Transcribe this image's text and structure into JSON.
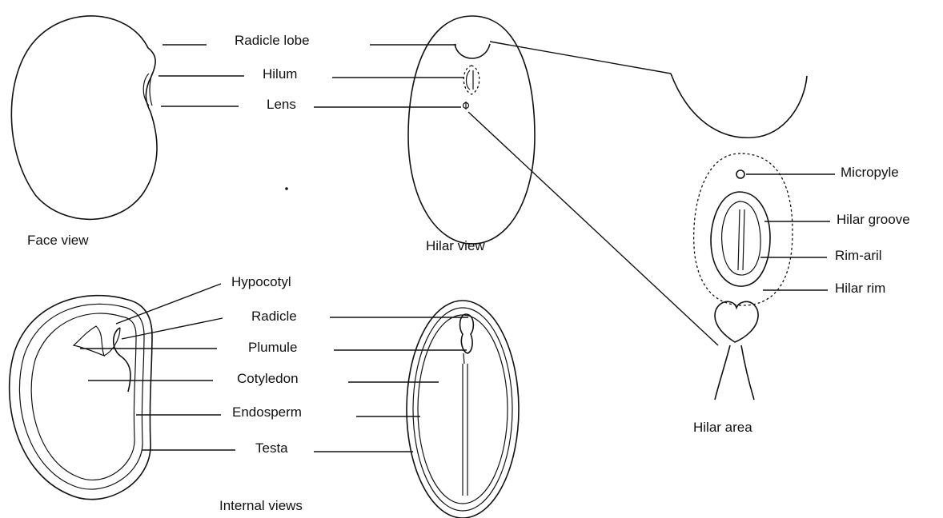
{
  "views": {
    "face": "Face view",
    "hilar": "Hilar view",
    "hilar_area": "Hilar area",
    "internal": "Internal views"
  },
  "labels": {
    "radicle_lobe": "Radicle lobe",
    "hilum": "Hilum",
    "lens": "Lens",
    "micropyle": "Micropyle",
    "hilar_groove": "Hilar groove",
    "rim_aril": "Rim-aril",
    "hilar_rim": "Hilar rim",
    "hypocotyl": "Hypocotyl",
    "radicle": "Radicle",
    "plumule": "Plumule",
    "cotyledon": "Cotyledon",
    "endosperm": "Endosperm",
    "testa": "Testa"
  }
}
